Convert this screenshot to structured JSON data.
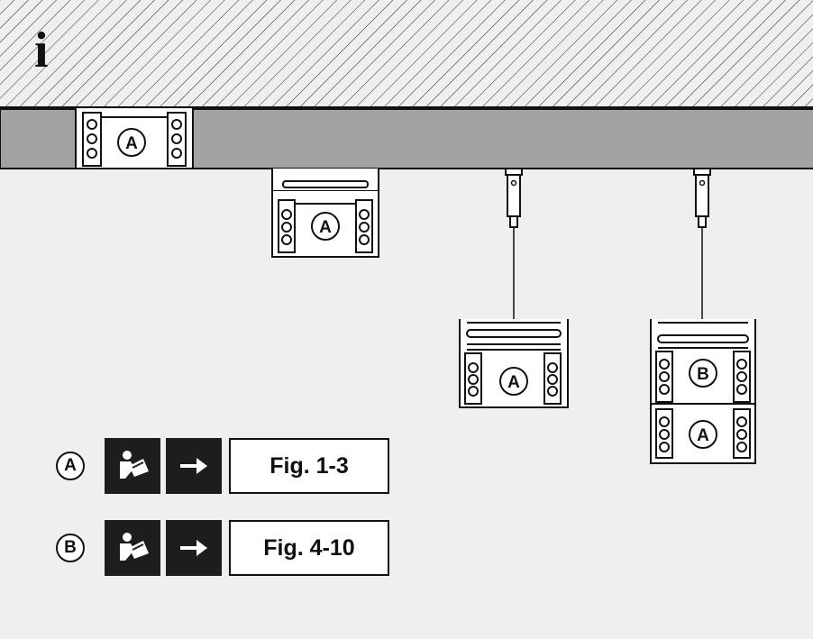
{
  "info_glyph": "i",
  "icons": {
    "info": "info-icon",
    "manual": "read-manual-icon",
    "arrow": "arrow-right-icon"
  },
  "colors": {
    "background": "#efefef",
    "ceiling": "#a3a3a3",
    "ink": "#111111",
    "legend_block": "#1d1d1d"
  },
  "tracks": [
    {
      "mount": "recessed",
      "labels": [
        "A"
      ]
    },
    {
      "mount": "surface",
      "labels": [
        "A"
      ]
    },
    {
      "mount": "suspended",
      "labels": [
        "A"
      ]
    },
    {
      "mount": "suspended",
      "labels": [
        "B",
        "A"
      ]
    }
  ],
  "legend": [
    {
      "badge": "A",
      "figure": "Fig. 1-3"
    },
    {
      "badge": "B",
      "figure": "Fig. 4-10"
    }
  ]
}
